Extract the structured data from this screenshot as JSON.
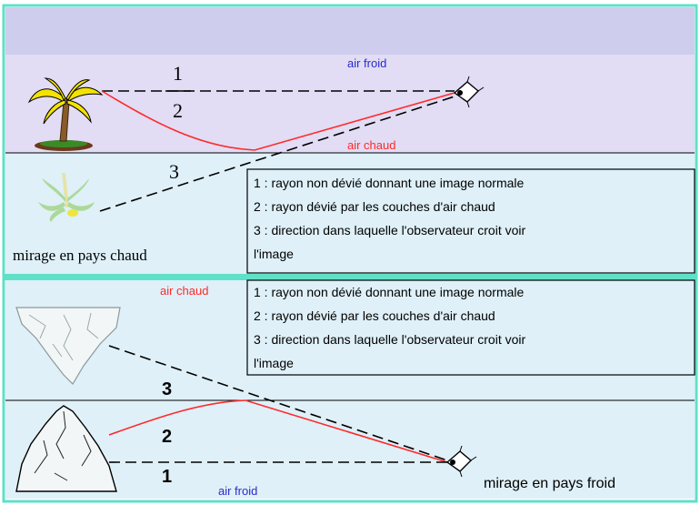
{
  "top_panel": {
    "upper_label": "air froid",
    "lower_label": "air chaud",
    "ray_labels": [
      "1",
      "2",
      "3"
    ],
    "caption": "mirage en pays chaud",
    "legend": [
      "1 : rayon non dévié donnant une image normale",
      "2 : rayon dévié par les couches d'air chaud",
      "3 : direction dans laquelle l'observateur croit voir",
      "l'image"
    ]
  },
  "bottom_panel": {
    "upper_label": "air chaud",
    "lower_label": "air froid",
    "ray_labels": [
      "3",
      "2",
      "1"
    ],
    "caption": "mirage en pays froid",
    "legend": [
      "1 : rayon non dévié donnant une image normale",
      "2 : rayon dévié par les couches d'air chaud",
      "3 : direction dans laquelle l'observateur croit voir",
      "l'image"
    ]
  },
  "colors": {
    "frame": "#5fe0c8",
    "sky_top": "#cfcdee",
    "warm_band": "#e2dcf4",
    "cold_band": "#dff0f8",
    "ray_deviated": "#ff2a2a",
    "label_cold": "#2a2acc",
    "label_warm": "#ff2a2a"
  },
  "icons": [
    "palm-tree-icon",
    "reflected-palm-icon",
    "eye-icon",
    "iceberg-reflection-icon",
    "iceberg-icon"
  ]
}
